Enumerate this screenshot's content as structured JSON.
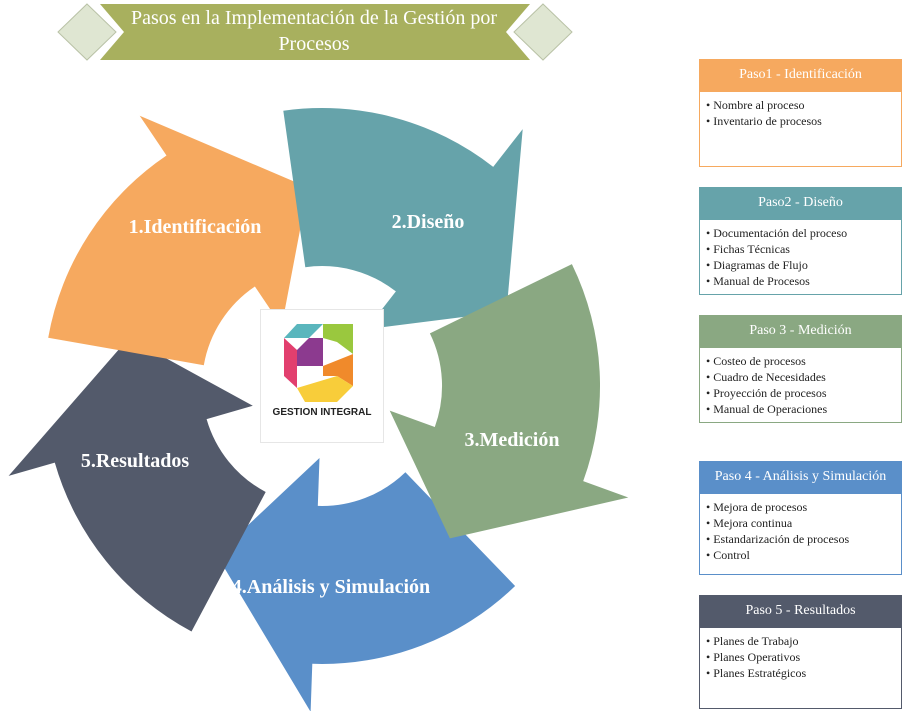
{
  "title": {
    "line1": "Pasos en la Implementación de la Gestión por",
    "line2": "Procesos"
  },
  "cycle": {
    "segments": [
      {
        "label": "1.Identificación",
        "color": "#f6a95f"
      },
      {
        "label": "2.Diseño",
        "color": "#66a3aa"
      },
      {
        "label": "3.Medición",
        "color": "#8aa882"
      },
      {
        "label": "4.Análisis y Simulación",
        "color": "#5a8fc9"
      },
      {
        "label": "5.Resultados",
        "color": "#535a6b"
      }
    ]
  },
  "logo": {
    "text": "GESTION INTEGRAL"
  },
  "steps": [
    {
      "title": "Paso1 - Identificación",
      "color": "#f6a95f",
      "items": [
        "Nombre al proceso",
        "Inventario de procesos"
      ]
    },
    {
      "title": "Paso2 - Diseño",
      "color": "#66a3aa",
      "items": [
        "Documentación del proceso",
        "Fichas Técnicas",
        "Diagramas de Flujo",
        "Manual de Procesos"
      ]
    },
    {
      "title": "Paso 3 - Medición",
      "color": "#8aa882",
      "items": [
        "Costeo de procesos",
        "Cuadro de Necesidades",
        "Proyección de procesos",
        "Manual de Operaciones"
      ]
    },
    {
      "title": "Paso 4 - Análisis y Simulación",
      "color": "#5a8fc9",
      "items": [
        "Mejora de procesos",
        "Mejora continua",
        "Estandarización de procesos",
        "Control"
      ]
    },
    {
      "title": "Paso 5 - Resultados",
      "color": "#535a6b",
      "items": [
        "Planes de Trabajo",
        "Planes Operativos",
        "Planes Estratégicos"
      ]
    }
  ]
}
